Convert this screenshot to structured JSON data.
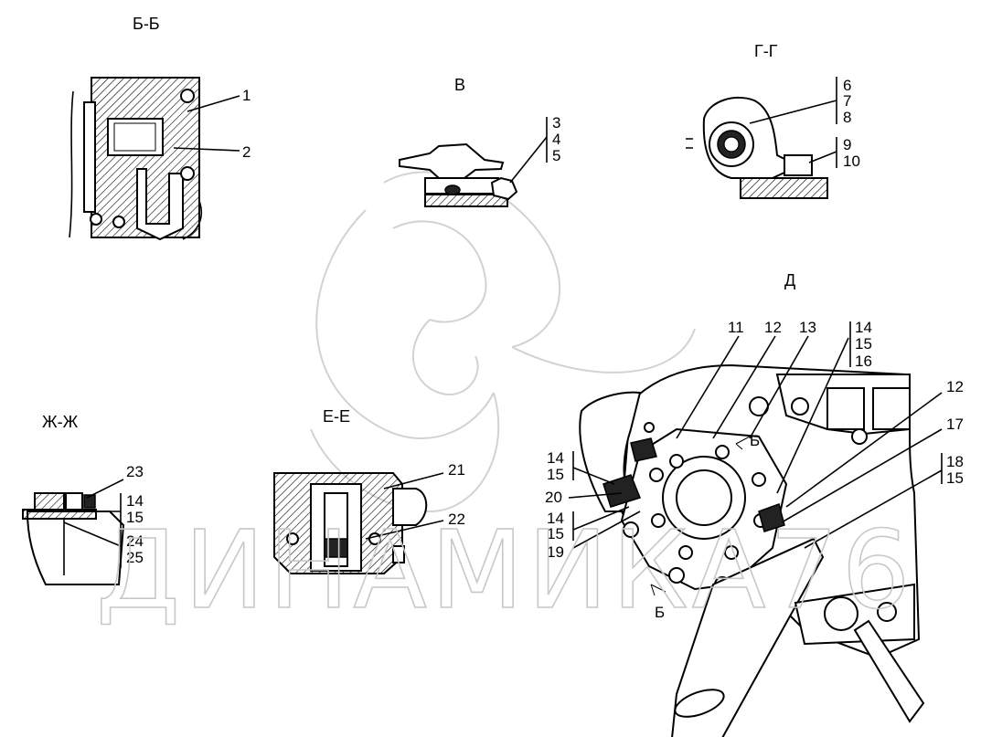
{
  "views": {
    "bb": "Б-Б",
    "v": "В",
    "gg": "Г-Г",
    "d": "Д",
    "zhzh": "Ж-Ж",
    "ee": "Е-Е"
  },
  "section_marks": {
    "b_upper": "Б",
    "b_lower": "Б"
  },
  "callouts": {
    "c1": "1",
    "c2": "2",
    "c3": "3",
    "c4": "4",
    "c5": "5",
    "c6": "6",
    "c7": "7",
    "c8": "8",
    "c9": "9",
    "c10": "10",
    "c11": "11",
    "c12a": "12",
    "c13": "13",
    "c14a": "14",
    "c15a": "15",
    "c16": "16",
    "c12b": "12",
    "c17": "17",
    "c18": "18",
    "c15b": "15",
    "c14b": "14",
    "c15c": "15",
    "c20": "20",
    "c14c": "14",
    "c15d": "15",
    "c19": "19",
    "c23": "23",
    "c14d": "14",
    "c15e": "15",
    "c24": "24",
    "c25": "25",
    "c21": "21",
    "c22": "22"
  },
  "watermark": "ДИНАМИКА76"
}
